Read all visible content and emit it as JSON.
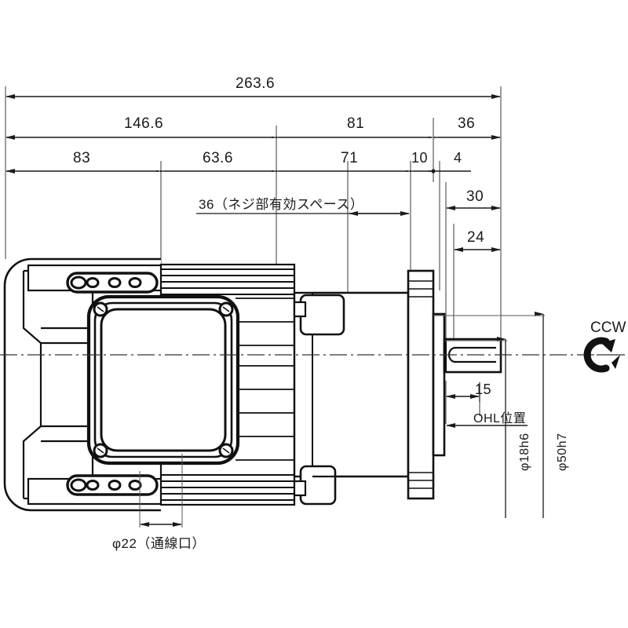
{
  "drawing": {
    "title": "gear-motor-outline-dimension-drawing",
    "units": "mm",
    "rotation_label": "CCW"
  },
  "dimensions": {
    "overall_length": "263.6",
    "gearbox_plus_motor_body": "146.6",
    "motor_body": "81",
    "shaft_end_section": "36",
    "gearbox_front": "83",
    "gearbox_rear": "63.6",
    "motor_length": "71",
    "flange_thickness_a": "10",
    "flange_thickness_b": "4",
    "flange_to_shaft_end": "30",
    "shaft_usable": "24",
    "ohl_distance": "15",
    "thread_space": "36（ネジ部有効スペース）",
    "cable_entry": "φ22（通線口）",
    "ohl_position": "OHL位置",
    "shaft_diameter": "φ18h6",
    "spigot_diameter": "φ50h7"
  },
  "colors": {
    "line": "#1a1a1a",
    "thin_line": "#555555",
    "center_line": "#444444",
    "background": "#ffffff"
  }
}
